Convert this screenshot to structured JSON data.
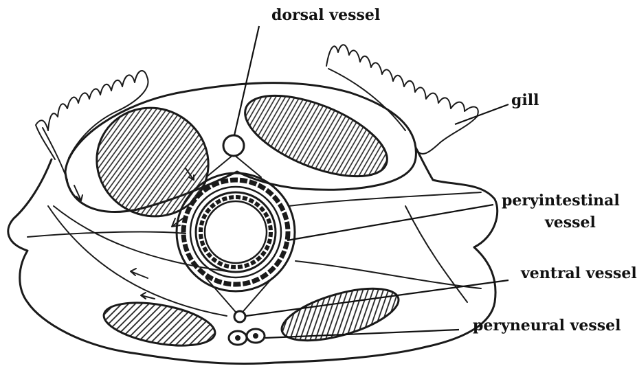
{
  "labels": {
    "dorsal": "dorsal vessel",
    "gill": "gill",
    "peryintestinal_1": "peryintestinal",
    "peryintestinal_2": "vessel",
    "ventral": "ventral vessel",
    "peryneural": "peryneural vessel"
  },
  "colors": {
    "ink": "#1a1a1a",
    "background": "#ffffff"
  }
}
